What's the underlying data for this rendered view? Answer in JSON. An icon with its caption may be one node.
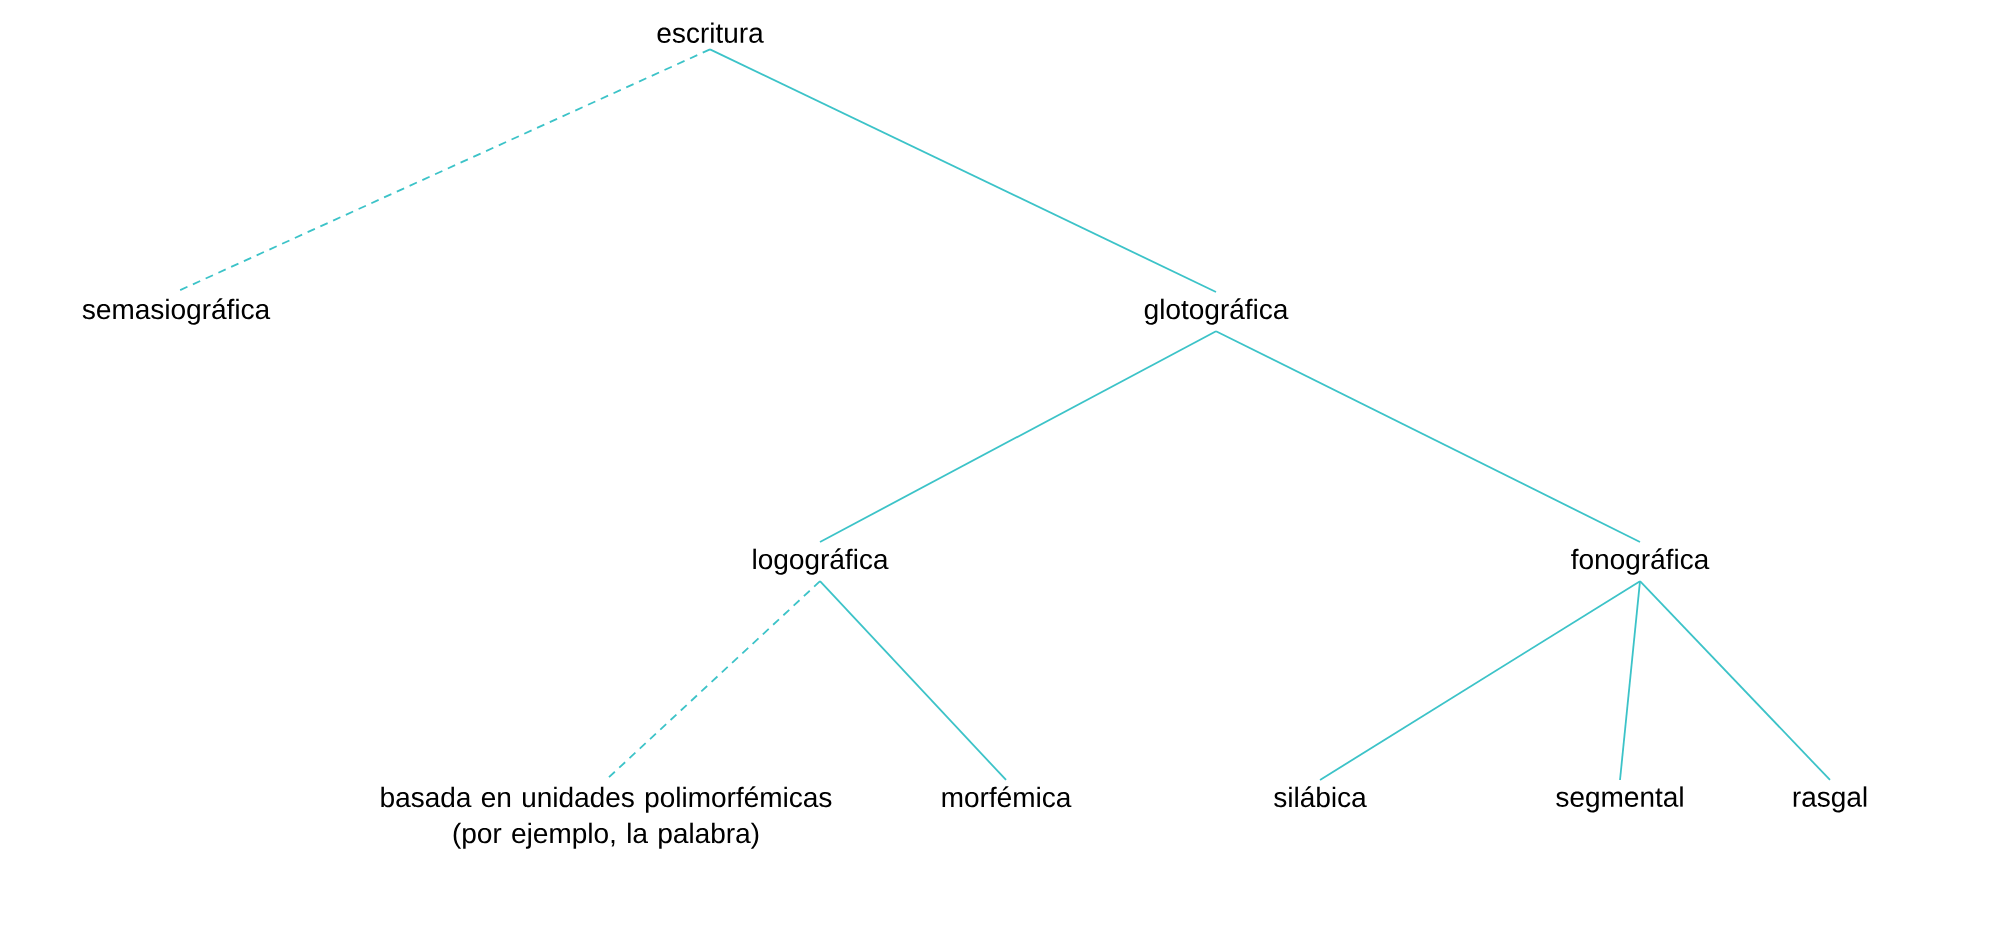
{
  "diagram": {
    "nodes": [
      {
        "text": [
          "escritura"
        ]
      },
      {
        "text": [
          "semasiográfica"
        ]
      },
      {
        "text": [
          "glotográfica"
        ]
      },
      {
        "text": [
          "logográfica"
        ]
      },
      {
        "text": [
          "fonográfica"
        ]
      },
      {
        "text": [
          "basada en unidades polimorfémicas (por ejemplo, la palabra)"
        ]
      },
      {
        "text": [
          "morfémica"
        ]
      },
      {
        "text": [
          "silábica"
        ]
      },
      {
        "text": [
          "segmental"
        ]
      },
      {
        "text": [
          "rasgal"
        ]
      }
    ],
    "edges": [
      {
        "from": 0,
        "to": 1,
        "arrow": "none",
        "style": "dashed"
      },
      {
        "from": 0,
        "to": 2,
        "arrow": "none"
      },
      {
        "from": 2,
        "to": 3,
        "arrow": "none"
      },
      {
        "from": 2,
        "to": 4,
        "arrow": "none"
      },
      {
        "from": 3,
        "to": 5,
        "arrow": "none",
        "style": "dashed"
      },
      {
        "from": 3,
        "to": 6,
        "arrow": "none"
      },
      {
        "from": 4,
        "to": 7,
        "arrow": "none"
      },
      {
        "from": 4,
        "to": 8,
        "arrow": "none"
      },
      {
        "from": 4,
        "to": 9,
        "arrow": "none"
      }
    ]
  }
}
